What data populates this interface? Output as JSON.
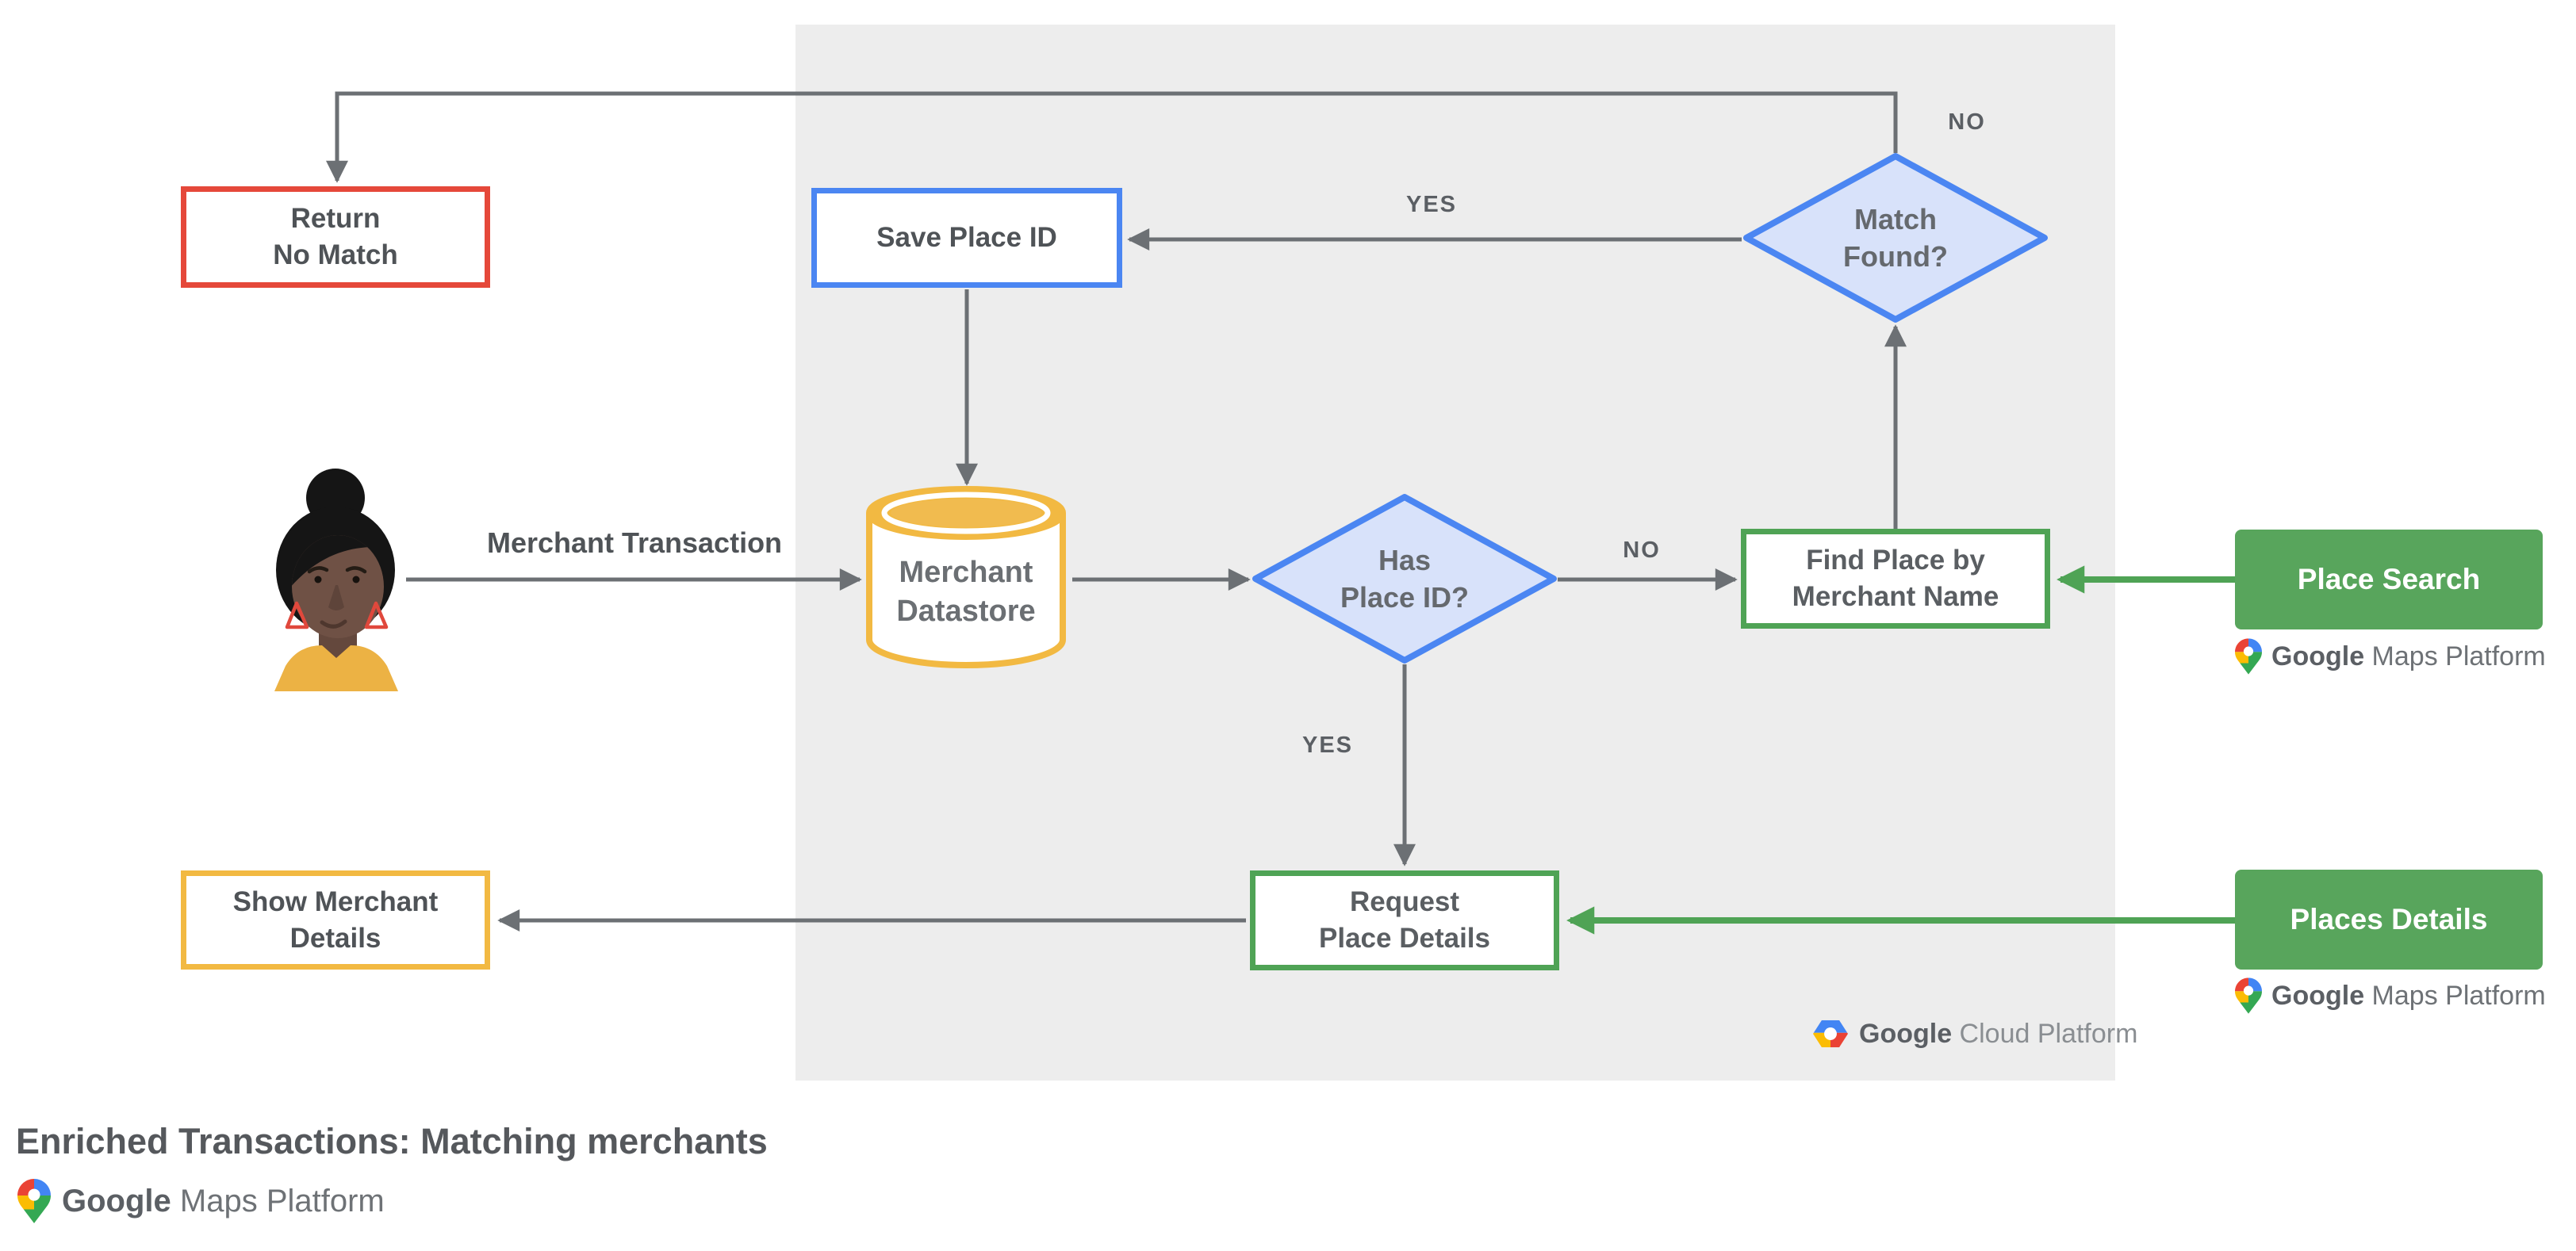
{
  "title": {
    "text": "Enriched Transactions: Matching merchants"
  },
  "actor": {
    "label": "Merchant Transaction"
  },
  "nodes": {
    "return_no_match": {
      "line1": "Return",
      "line2": "No Match"
    },
    "save_place_id": {
      "label": "Save Place ID"
    },
    "merchant_datastore": {
      "line1": "Merchant",
      "line2": "Datastore"
    },
    "has_place_id": {
      "line1": "Has",
      "line2": "Place ID?"
    },
    "match_found": {
      "line1": "Match",
      "line2": "Found?"
    },
    "find_place": {
      "line1": "Find Place by",
      "line2": "Merchant Name"
    },
    "request_place_details": {
      "line1": "Request",
      "line2": "Place Details"
    },
    "show_merchant_details": {
      "line1": "Show Merchant",
      "line2": "Details"
    },
    "place_search": {
      "label": "Place Search"
    },
    "places_details": {
      "label": "Places Details"
    }
  },
  "edge_labels": {
    "match_no": "NO",
    "match_yes": "YES",
    "has_no": "NO",
    "has_yes": "YES"
  },
  "branding": {
    "place_search_logo": {
      "google": "Google",
      "product": " Maps Platform"
    },
    "places_details_logo": {
      "google": "Google",
      "product": " Maps Platform"
    },
    "cloud_logo": {
      "google": "Google",
      "product": " Cloud Platform"
    },
    "footer_logo": {
      "google": "Google",
      "product": " Maps Platform"
    }
  },
  "colors": {
    "panel": "#EDEDED",
    "red": "#E5483A",
    "blue_border": "#4B86F2",
    "diamond_fill": "#D8E2FA",
    "yellow": "#F2B942",
    "green_border": "#4FA355",
    "green_fill": "#58A55C",
    "wire_gray": "#6C7074",
    "text_dark": "#4F5357"
  }
}
